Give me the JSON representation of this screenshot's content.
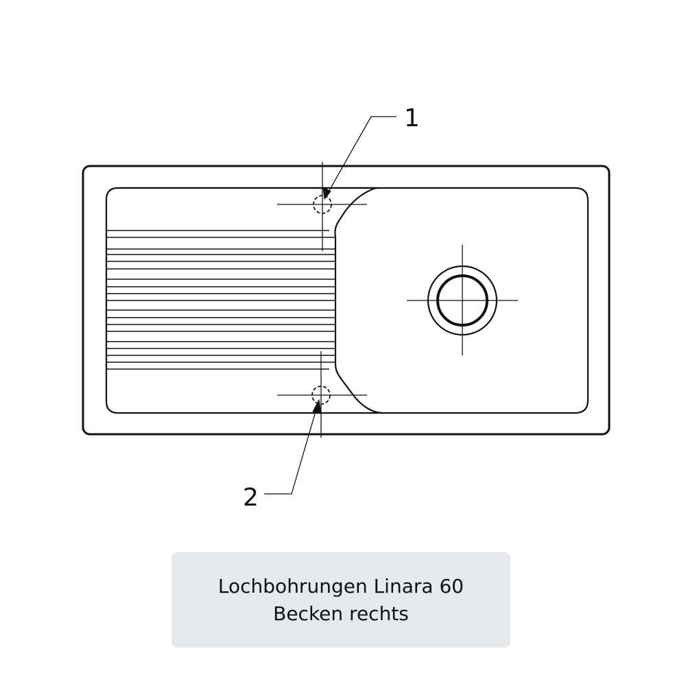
{
  "callouts": [
    {
      "label": "1"
    },
    {
      "label": "2"
    }
  ],
  "caption": {
    "line1": "Lochbohrungen Linara 60",
    "line2": "Becken rechts"
  },
  "colors": {
    "line": "#111111",
    "caption_background": "#e6e9ec"
  }
}
